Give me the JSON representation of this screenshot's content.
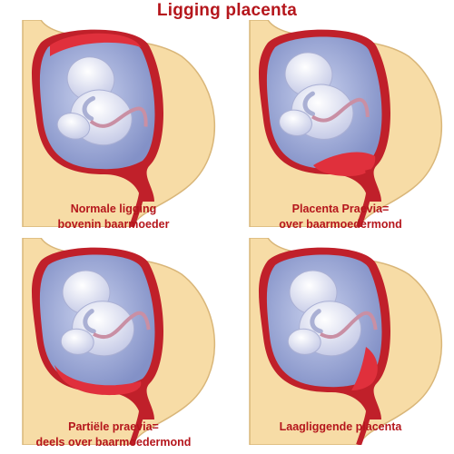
{
  "title": "Ligging placenta",
  "panels": [
    {
      "line1": "Normale ligging",
      "line2": "bovenin baarmoeder"
    },
    {
      "line1": "Placenta Praevia=",
      "line2": "over baarmoedermond"
    },
    {
      "line1": "Partiële praevia=",
      "line2": "deels over baarmoedermond"
    },
    {
      "line1": "Laagliggende placenta",
      "line2": ""
    }
  ],
  "colors": {
    "title": "#b5161c",
    "skin": "#f7dca6",
    "skin_outline": "#d9b679",
    "uterus_wall": "#c0202a",
    "placenta": "#e0303c",
    "amniotic": "#9aa8d6",
    "fetus": "#e6e9f7"
  }
}
